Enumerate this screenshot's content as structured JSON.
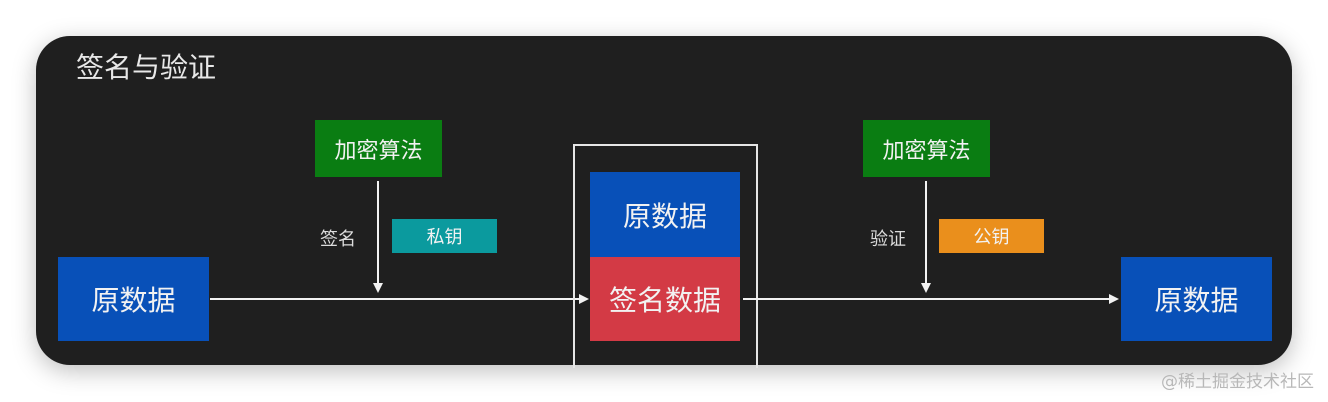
{
  "title": "签名与验证",
  "sign": {
    "algorithm": "加密算法",
    "action_label": "签名",
    "key": "私钥"
  },
  "verify": {
    "algorithm": "加密算法",
    "action_label": "验证",
    "key": "公钥"
  },
  "nodes": {
    "source": "原数据",
    "bundle_original": "原数据",
    "bundle_signature": "签名数据",
    "result": "原数据"
  },
  "colors": {
    "background": "#1f1f1f",
    "data_blue": "#0850b8",
    "signature_red": "#d33a45",
    "algorithm_green": "#0a7d12",
    "private_key_teal": "#0b9a9e",
    "public_key_orange": "#ea8f1c"
  },
  "watermark": "@稀土掘金技术社区"
}
